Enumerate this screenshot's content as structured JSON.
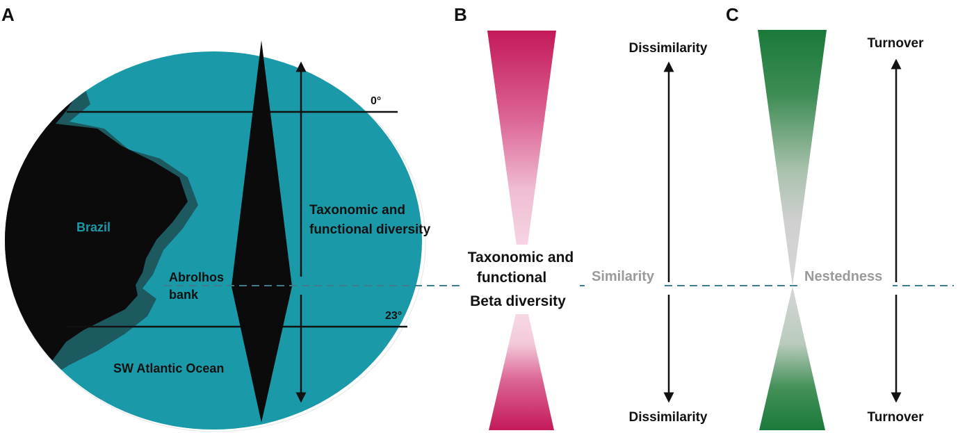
{
  "panels": {
    "a": {
      "letter": "A",
      "latitude_north": "0°",
      "latitude_south": "23°",
      "country": "Brazil",
      "bank_line1": "Abrolhos",
      "bank_line2": "bank",
      "ocean": "SW Atlantic Ocean",
      "diversity_line1": "Taxonomic and",
      "diversity_line2": "functional diversity"
    },
    "b": {
      "letter": "B",
      "beta_line1": "Taxonomic and",
      "beta_line2": "functional",
      "beta_line3": "Beta diversity",
      "top_label": "Dissimilarity",
      "bottom_label": "Dissimilarity",
      "middle_label": "Similarity"
    },
    "c": {
      "letter": "C",
      "top_label": "Turnover",
      "bottom_label": "Turnover",
      "middle_label": "Nestedness"
    }
  },
  "colors": {
    "ocean": "#1a9aa8",
    "land": "#0b0b0b",
    "shelf": "#1d5a60",
    "magenta": "#c4195a",
    "pink_light": "#f7dbe8",
    "green": "#1a7a3a",
    "gray_light": "#cfcfcf",
    "dashed_line": "#3d7d8e",
    "muted_text": "#9a9a9a",
    "brazil_text": "#1a9aa8"
  }
}
